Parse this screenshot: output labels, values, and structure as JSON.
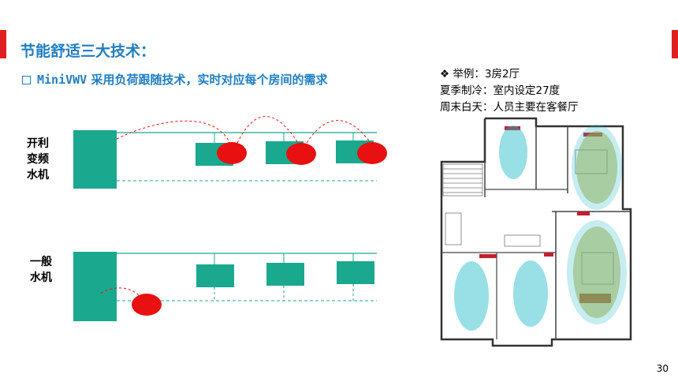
{
  "slide": {
    "title": "节能舒适三大技术：",
    "subtitle_mono": "MiniVWV",
    "subtitle_rest": " 采用负荷跟随技术，实时对应每个房间的需求",
    "page_number": "30"
  },
  "diagrams": {
    "top_label": [
      "开利",
      "变频",
      "水机"
    ],
    "bottom_label": [
      "一般",
      "水机"
    ]
  },
  "example": {
    "line1": "举例：3房2厅",
    "line2": "夏季制冷：室内设定27度",
    "line3": "周末白天：人员主要在客餐厅"
  },
  "colors": {
    "title_blue": "#1f7ec2",
    "unit_green": "#1aa88e",
    "load_red": "#e81010",
    "accent_red": "#e02020"
  }
}
